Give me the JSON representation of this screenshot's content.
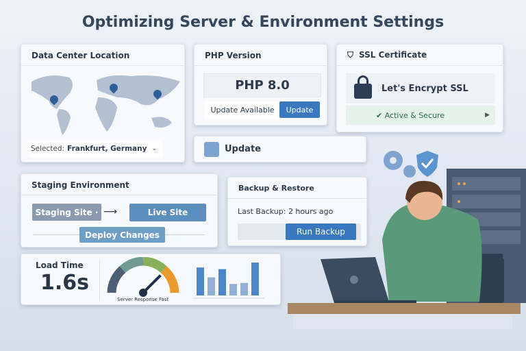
{
  "title": "Optimizing Server & Environment Settings",
  "data_center": {
    "heading": "Data Center Location",
    "selected_label": "Selected:",
    "selected_value": "Frankfurt, Germany",
    "pins": [
      "north-america",
      "europe",
      "east-asia"
    ]
  },
  "php": {
    "heading": "PHP Version",
    "version": "PHP 8.0",
    "status": "Update Available",
    "update_button": "Update"
  },
  "update_bar": {
    "label": "Update"
  },
  "ssl": {
    "heading": "SSL Certificate",
    "name": "Let's Encrypt SSL",
    "status": "✔ Active & Secure"
  },
  "staging": {
    "heading": "Staging Environment",
    "staging_button": "Staging Site ·",
    "live_button": "Live Site",
    "deploy_button": "Deploy Changes"
  },
  "backup": {
    "heading": "Backup & Restore",
    "last_label": "Last Backup:",
    "last_value": "2 hours ago",
    "run_button": "Run Backup"
  },
  "performance": {
    "heading": "Load Time",
    "value": "1.6s",
    "gauge_label": "Server Response Fast",
    "gauge_level": 0.75,
    "mini_bars": [
      0.85,
      0.55,
      0.8,
      0.35,
      0.38,
      1.0
    ]
  },
  "colors": {
    "accent": "#3a78c0",
    "title": "#34475c",
    "success": "#2e8b57",
    "orange": "#e99a2c"
  }
}
